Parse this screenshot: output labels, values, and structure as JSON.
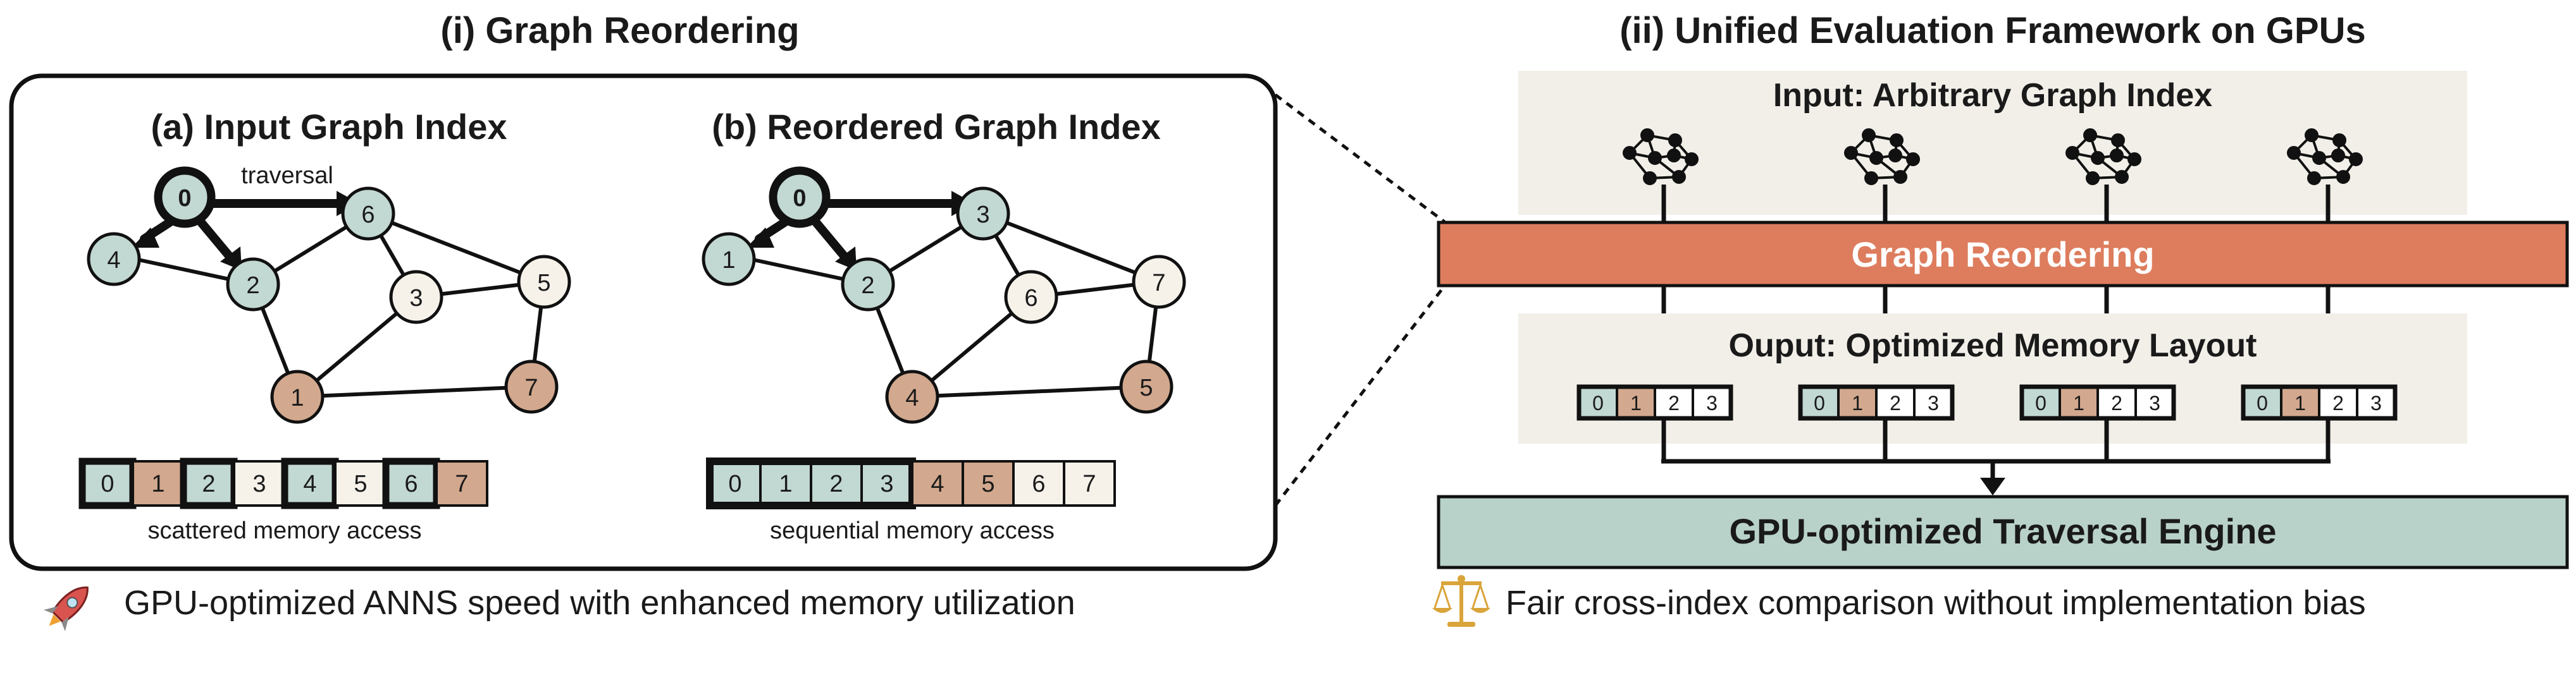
{
  "left": {
    "title": "(i) Graph Reordering",
    "input": {
      "title": "(a) Input Graph Index",
      "traversal": "traversal",
      "nodes": [
        "0",
        "1",
        "2",
        "3",
        "4",
        "5",
        "6",
        "7"
      ],
      "memory": [
        "0",
        "1",
        "2",
        "3",
        "4",
        "5",
        "6",
        "7"
      ],
      "caption": "scattered memory access"
    },
    "reordered": {
      "title": "(b) Reordered Graph Index",
      "nodes": [
        "0",
        "1",
        "2",
        "3",
        "4",
        "5",
        "6",
        "7"
      ],
      "memory": [
        "0",
        "1",
        "2",
        "3",
        "4",
        "5",
        "6",
        "7"
      ],
      "caption": "sequential memory access"
    },
    "footer": "GPU-optimized ANNS speed with enhanced memory utilization",
    "footer_icon": "rocket-icon"
  },
  "right": {
    "title": "(ii) Unified Evaluation Framework on GPUs",
    "input_label": "Input: Arbitrary Graph Index",
    "reorder_label": "Graph Reordering",
    "output_label": "Ouput: Optimized Memory Layout",
    "block_cells": [
      "0",
      "1",
      "2",
      "3"
    ],
    "engine_label": "GPU-optimized Traversal Engine",
    "footer": "Fair cross-index comparison without implementation bias",
    "footer_icon": "balance-scale-icon"
  },
  "colors": {
    "teal": "#c2d8d2",
    "tan": "#d2a88e",
    "cream": "#f6f2ea",
    "panel": "#f2efe9",
    "orange": "#dd7d5e",
    "engine": "#b9d2c9",
    "rocket_red": "#d9534f",
    "scale_gold": "#d9a43a"
  }
}
